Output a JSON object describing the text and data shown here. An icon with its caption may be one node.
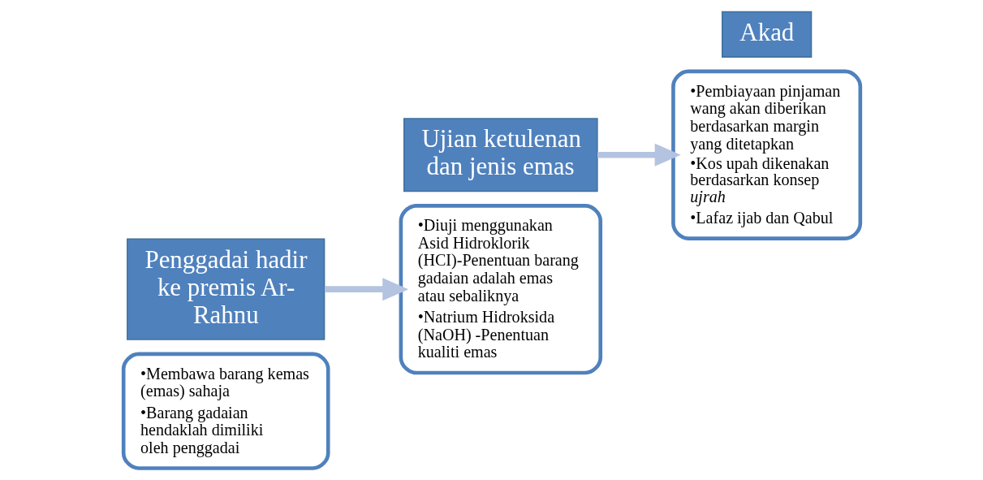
{
  "diagram": {
    "nodes": [
      {
        "text": [
          "•Membawa barang kemas (emas) sahaja",
          "•Barang gadaian hendaklah dimiliki oleh penggadai"
        ]
      },
      {
        "text": [
          "Penggadai hadir ke premis Ar-Rahnu"
        ]
      },
      {
        "text": [
          "•Diuji menggunakan Asid Hidroklorik (HCI)-Penentuan barang gadaian adalah emas atau sebaliknya",
          "•Natrium Hidroksida (NaOH) -Penentuan kualiti emas"
        ]
      },
      {
        "text": [
          "Ujian ketulenan dan jenis emas"
        ]
      },
      {
        "text": [
          "•Pembiayaan pinjaman wang akan diberikan berdasarkan margin yang ditetapkan",
          "•Kos upah dikenakan berdasarkan konsep *ujrah*",
          "•Lafaz ijab dan Qabul"
        ]
      },
      {
        "text": [
          "Akad"
        ]
      }
    ],
    "edges": [
      {
        "from": 1,
        "to": 2,
        "arrow": "to",
        "color": "#b4c3e0"
      },
      {
        "from": 3,
        "to": 4,
        "arrow": "to",
        "color": "#b4c3e0"
      }
    ]
  }
}
